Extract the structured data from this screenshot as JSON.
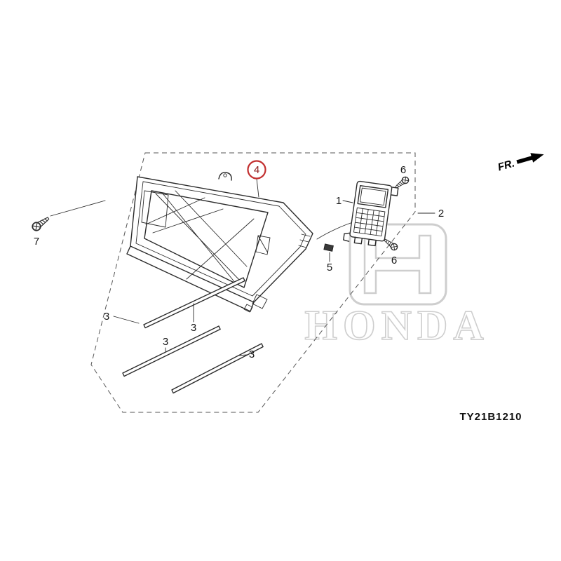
{
  "figure": {
    "code": "TY21B1210",
    "direction": "FR.",
    "watermark": "HONDA",
    "callouts": {
      "c1": "1",
      "c2": "2",
      "c3": "3",
      "c4": "4",
      "c5": "5",
      "c6": "6",
      "c7": "7"
    }
  },
  "colors": {
    "line": "#2b2b2b",
    "dash": "#555555",
    "accent": "#c22e2e",
    "accent-dark": "#8e2020",
    "watermark": "#c9c9c9",
    "bg": "#ffffff"
  }
}
